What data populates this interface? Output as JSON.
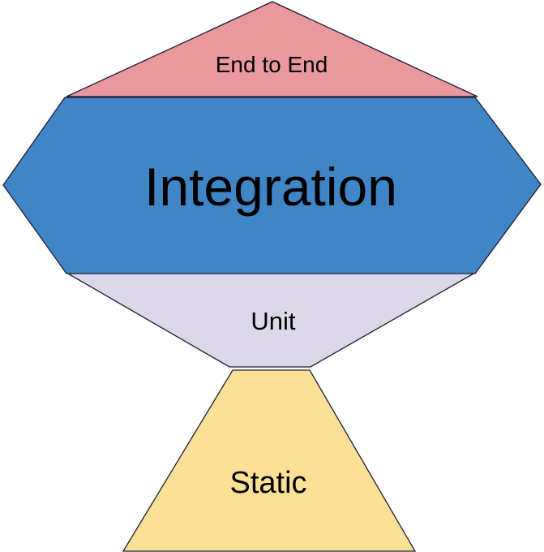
{
  "canvas": {
    "background": "#ffffff",
    "outline_color": "#1c1c30",
    "text_color": "#000000"
  },
  "trophy": {
    "layers": [
      {
        "id": "end-to-end",
        "label": "End to End",
        "fill": "#e9999d"
      },
      {
        "id": "integration",
        "label": "Integration",
        "fill": "#4086c6"
      },
      {
        "id": "unit",
        "label": "Unit",
        "fill": "#dcd7e9"
      },
      {
        "id": "static",
        "label": "Static",
        "fill": "#fce095"
      }
    ]
  }
}
